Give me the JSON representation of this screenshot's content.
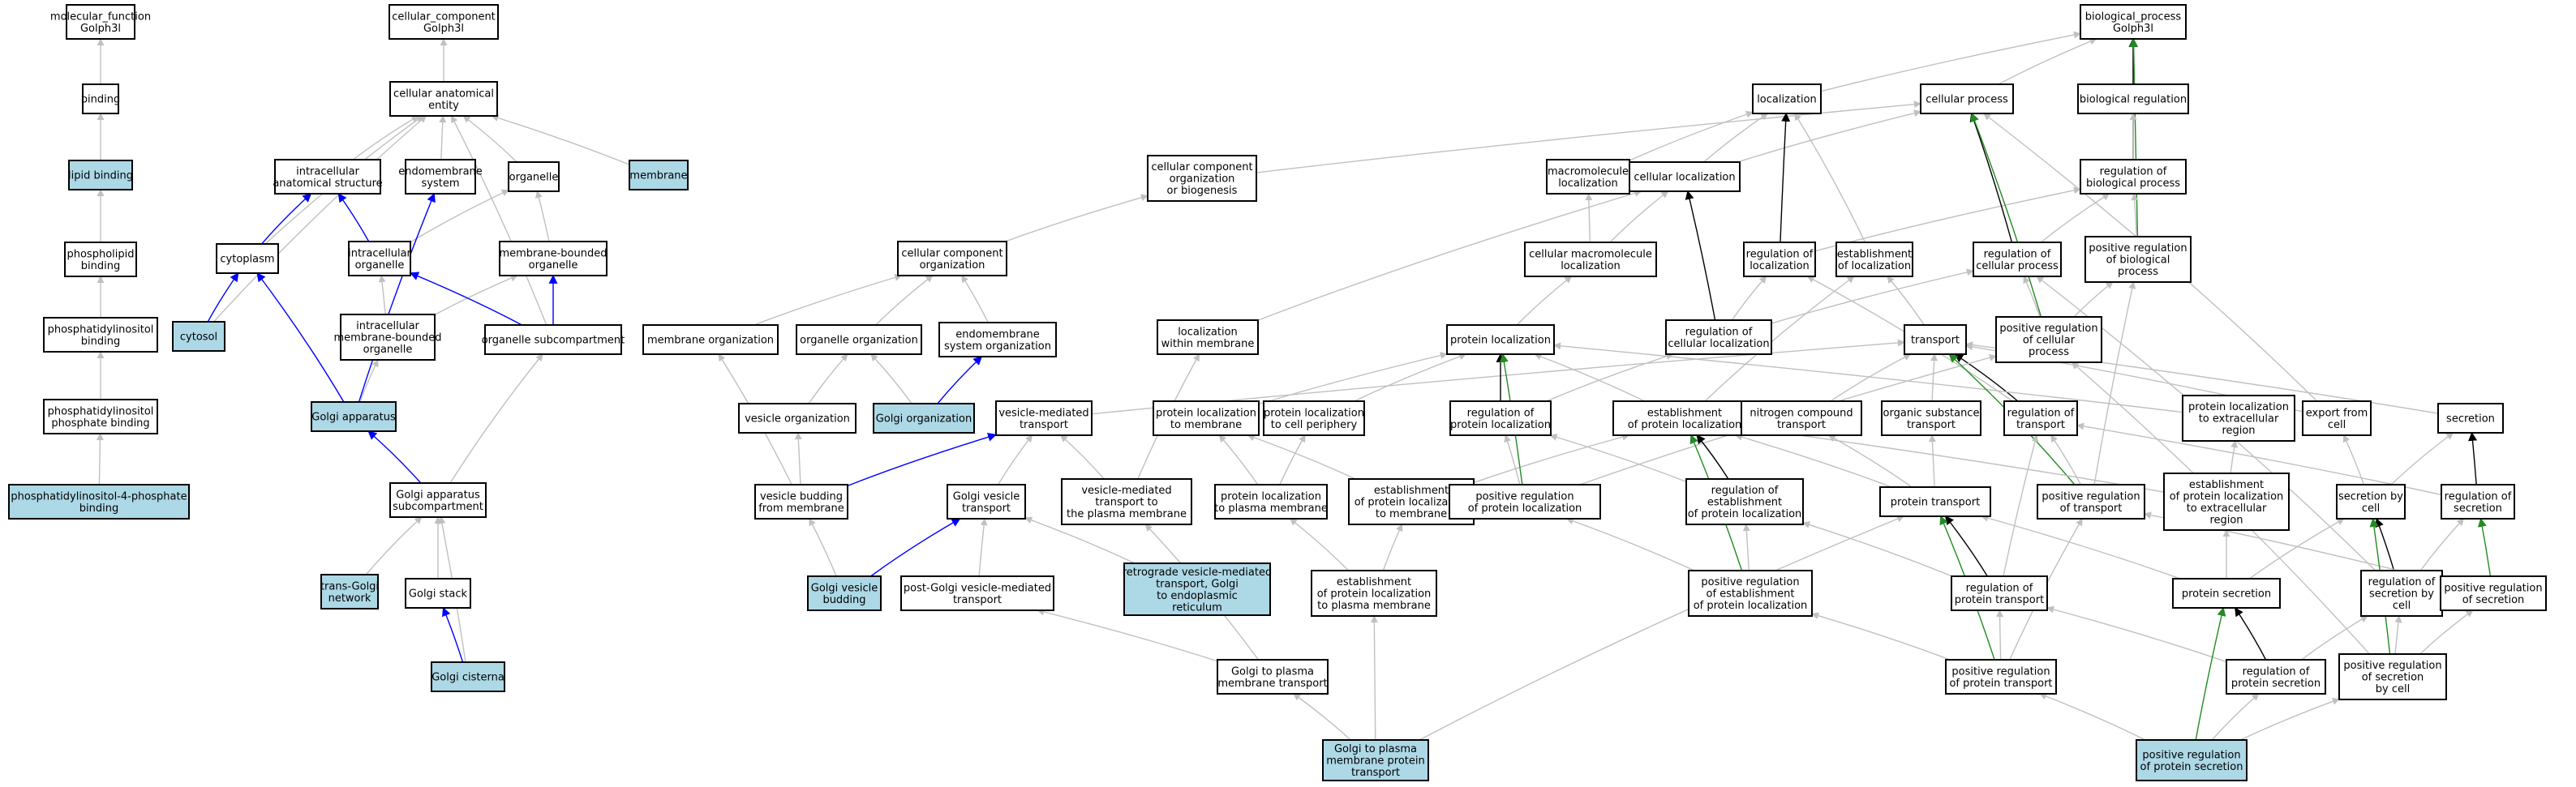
{
  "colors": {
    "default_fill": "#ffffff",
    "highlight_fill": "#add8e6",
    "edge_gray": "#c0c0c0",
    "edge_black": "#000000",
    "edge_blue": "#0000ff",
    "edge_green": "#228b22"
  },
  "nodes": [
    {
      "id": "mf",
      "lines": [
        "molecular_function",
        "Golph3l"
      ]
    },
    {
      "id": "binding",
      "lines": [
        "binding"
      ]
    },
    {
      "id": "lipid",
      "lines": [
        "lipid binding"
      ],
      "hl": true
    },
    {
      "id": "phosbind",
      "lines": [
        "phospholipid",
        "binding"
      ]
    },
    {
      "id": "pibind",
      "lines": [
        "phosphatidylinositol",
        "binding"
      ]
    },
    {
      "id": "pipbind",
      "lines": [
        "phosphatidylinositol",
        "phosphate binding"
      ]
    },
    {
      "id": "pi4p",
      "lines": [
        "phosphatidylinositol-4-phosphate",
        "binding"
      ],
      "hl": true
    },
    {
      "id": "cc",
      "lines": [
        "cellular_component",
        "Golph3l"
      ]
    },
    {
      "id": "cae",
      "lines": [
        "cellular anatomical",
        "entity"
      ]
    },
    {
      "id": "ias",
      "lines": [
        "intracellular",
        "anatomical structure"
      ]
    },
    {
      "id": "endosys",
      "lines": [
        "endomembrane",
        "system"
      ]
    },
    {
      "id": "organelle",
      "lines": [
        "organelle"
      ]
    },
    {
      "id": "membrane",
      "lines": [
        "membrane"
      ],
      "hl": true
    },
    {
      "id": "cytoplasm",
      "lines": [
        "cytoplasm"
      ]
    },
    {
      "id": "icorg",
      "lines": [
        "intracellular",
        "organelle"
      ]
    },
    {
      "id": "mborg",
      "lines": [
        "membrane-bounded",
        "organelle"
      ]
    },
    {
      "id": "cytosol",
      "lines": [
        "cytosol"
      ],
      "hl": true
    },
    {
      "id": "imbo",
      "lines": [
        "intracellular",
        "membrane-bounded",
        "organelle"
      ]
    },
    {
      "id": "orgsub",
      "lines": [
        "organelle subcompartment"
      ]
    },
    {
      "id": "golgi",
      "lines": [
        "Golgi apparatus"
      ],
      "hl": true
    },
    {
      "id": "gasub",
      "lines": [
        "Golgi apparatus",
        "subcompartment"
      ]
    },
    {
      "id": "tgn",
      "lines": [
        "trans-Golgi",
        "network"
      ],
      "hl": true
    },
    {
      "id": "gstack",
      "lines": [
        "Golgi stack"
      ]
    },
    {
      "id": "gcist",
      "lines": [
        "Golgi cisterna"
      ],
      "hl": true
    },
    {
      "id": "ccob",
      "lines": [
        "cellular component",
        "organization",
        "or biogenesis"
      ]
    },
    {
      "id": "cco",
      "lines": [
        "cellular component",
        "organization"
      ]
    },
    {
      "id": "memorg",
      "lines": [
        "membrane organization"
      ]
    },
    {
      "id": "orgorg",
      "lines": [
        "organelle organization"
      ]
    },
    {
      "id": "endoorg",
      "lines": [
        "endomembrane",
        "system organization"
      ]
    },
    {
      "id": "vesorg",
      "lines": [
        "vesicle organization"
      ]
    },
    {
      "id": "golgiorg",
      "lines": [
        "Golgi organization"
      ],
      "hl": true
    },
    {
      "id": "vbud",
      "lines": [
        "vesicle budding",
        "from membrane"
      ]
    },
    {
      "id": "gvbud",
      "lines": [
        "Golgi vesicle",
        "budding"
      ],
      "hl": true
    },
    {
      "id": "vmt",
      "lines": [
        "vesicle-mediated",
        "transport"
      ]
    },
    {
      "id": "gvt",
      "lines": [
        "Golgi vesicle",
        "transport"
      ]
    },
    {
      "id": "pgvt",
      "lines": [
        "post-Golgi vesicle-mediated",
        "transport"
      ]
    },
    {
      "id": "retro",
      "lines": [
        "retrograde vesicle-mediated",
        "transport, Golgi",
        "to endoplasmic",
        "reticulum"
      ],
      "hl": true
    },
    {
      "id": "vmtpm",
      "lines": [
        "vesicle-mediated",
        "transport to",
        "the plasma membrane"
      ]
    },
    {
      "id": "locmem",
      "lines": [
        "localization",
        "within membrane"
      ]
    },
    {
      "id": "plmem",
      "lines": [
        "protein localization",
        "to membrane"
      ]
    },
    {
      "id": "plcp",
      "lines": [
        "protein localization",
        "to cell periphery"
      ]
    },
    {
      "id": "plpm",
      "lines": [
        "protein localization",
        "to plasma membrane"
      ]
    },
    {
      "id": "eplm",
      "lines": [
        "establishment",
        "of protein localization",
        "to membrane"
      ]
    },
    {
      "id": "eplpm",
      "lines": [
        "establishment",
        "of protein localization",
        "to plasma membrane"
      ]
    },
    {
      "id": "gpmt",
      "lines": [
        "Golgi to plasma",
        "membrane transport"
      ]
    },
    {
      "id": "gpmpt",
      "lines": [
        "Golgi to plasma",
        "membrane protein",
        "transport"
      ],
      "hl": true
    },
    {
      "id": "bp",
      "lines": [
        "biological_process",
        "Golph3l"
      ]
    },
    {
      "id": "loc",
      "lines": [
        "localization"
      ]
    },
    {
      "id": "cp",
      "lines": [
        "cellular process"
      ]
    },
    {
      "id": "breg",
      "lines": [
        "biological regulation"
      ]
    },
    {
      "id": "macloc",
      "lines": [
        "macromolecule",
        "localization"
      ]
    },
    {
      "id": "cloc",
      "lines": [
        "cellular localization"
      ]
    },
    {
      "id": "rbp",
      "lines": [
        "regulation of",
        "biological process"
      ]
    },
    {
      "id": "cmloc",
      "lines": [
        "cellular macromolecule",
        "localization"
      ]
    },
    {
      "id": "rloc",
      "lines": [
        "regulation of",
        "localization"
      ]
    },
    {
      "id": "eloc",
      "lines": [
        "establishment",
        "of localization"
      ]
    },
    {
      "id": "rcp",
      "lines": [
        "regulation of",
        "cellular process"
      ]
    },
    {
      "id": "prbp",
      "lines": [
        "positive regulation",
        "of biological",
        "process"
      ]
    },
    {
      "id": "ploc",
      "lines": [
        "protein localization"
      ]
    },
    {
      "id": "rcloc",
      "lines": [
        "regulation of",
        "cellular localization"
      ]
    },
    {
      "id": "transport",
      "lines": [
        "transport"
      ]
    },
    {
      "id": "prcp",
      "lines": [
        "positive regulation",
        "of cellular",
        "process"
      ]
    },
    {
      "id": "rploc",
      "lines": [
        "regulation of",
        "protein localization"
      ]
    },
    {
      "id": "eploc",
      "lines": [
        "establishment",
        "of protein localization"
      ]
    },
    {
      "id": "nct",
      "lines": [
        "nitrogen compound",
        "transport"
      ]
    },
    {
      "id": "ost",
      "lines": [
        "organic substance",
        "transport"
      ]
    },
    {
      "id": "rtrans",
      "lines": [
        "regulation of",
        "transport"
      ]
    },
    {
      "id": "plext",
      "lines": [
        "protein localization",
        "to extracellular",
        "region"
      ]
    },
    {
      "id": "expcell",
      "lines": [
        "export from",
        "cell"
      ]
    },
    {
      "id": "secretion",
      "lines": [
        "secretion"
      ]
    },
    {
      "id": "prploc",
      "lines": [
        "positive regulation",
        "of protein localization"
      ]
    },
    {
      "id": "reploc",
      "lines": [
        "regulation of",
        "establishment",
        "of protein localization"
      ]
    },
    {
      "id": "ptrans",
      "lines": [
        "protein transport"
      ]
    },
    {
      "id": "prtrans",
      "lines": [
        "positive regulation",
        "of transport"
      ]
    },
    {
      "id": "eplext",
      "lines": [
        "establishment",
        "of protein localization",
        "to extracellular",
        "region"
      ]
    },
    {
      "id": "secbycell",
      "lines": [
        "secretion by",
        "cell"
      ]
    },
    {
      "id": "rsec",
      "lines": [
        "regulation of",
        "secretion"
      ]
    },
    {
      "id": "preploc",
      "lines": [
        "positive regulation",
        "of establishment",
        "of protein localization"
      ]
    },
    {
      "id": "rptrans",
      "lines": [
        "regulation of",
        "protein transport"
      ]
    },
    {
      "id": "psec",
      "lines": [
        "protein secretion"
      ]
    },
    {
      "id": "rsecbc",
      "lines": [
        "regulation of",
        "secretion by",
        "cell"
      ]
    },
    {
      "id": "prsec",
      "lines": [
        "positive regulation",
        "of secretion"
      ]
    },
    {
      "id": "prptrans",
      "lines": [
        "positive regulation",
        "of protein transport"
      ]
    },
    {
      "id": "rpsec",
      "lines": [
        "regulation of",
        "protein secretion"
      ]
    },
    {
      "id": "prsecbc",
      "lines": [
        "positive regulation",
        "of secretion",
        "by cell"
      ]
    },
    {
      "id": "prpsec",
      "lines": [
        "positive regulation",
        "of protein secretion"
      ],
      "hl": true
    }
  ],
  "edges": [
    [
      "binding",
      "mf",
      "g"
    ],
    [
      "lipid",
      "binding",
      "g"
    ],
    [
      "phosbind",
      "lipid",
      "g"
    ],
    [
      "pibind",
      "phosbind",
      "g"
    ],
    [
      "pipbind",
      "pibind",
      "g"
    ],
    [
      "pi4p",
      "pipbind",
      "g"
    ],
    [
      "cae",
      "cc",
      "g"
    ],
    [
      "ias",
      "cae",
      "g"
    ],
    [
      "endosys",
      "cae",
      "g"
    ],
    [
      "organelle",
      "cae",
      "g"
    ],
    [
      "membrane",
      "cae",
      "g"
    ],
    [
      "cytoplasm",
      "cae",
      "g"
    ],
    [
      "cytosol",
      "cae",
      "g"
    ],
    [
      "orgsub",
      "cae",
      "g"
    ],
    [
      "cytoplasm",
      "ias",
      "b"
    ],
    [
      "icorg",
      "ias",
      "b"
    ],
    [
      "icorg",
      "organelle",
      "g"
    ],
    [
      "mborg",
      "organelle",
      "g"
    ],
    [
      "cytosol",
      "cytoplasm",
      "b"
    ],
    [
      "imbo",
      "icorg",
      "g"
    ],
    [
      "imbo",
      "mborg",
      "g"
    ],
    [
      "orgsub",
      "icorg",
      "b"
    ],
    [
      "orgsub",
      "mborg",
      "b"
    ],
    [
      "golgi",
      "cytoplasm",
      "b"
    ],
    [
      "golgi",
      "endosys",
      "b"
    ],
    [
      "golgi",
      "imbo",
      "g"
    ],
    [
      "gasub",
      "orgsub",
      "g"
    ],
    [
      "gasub",
      "golgi",
      "b"
    ],
    [
      "tgn",
      "gasub",
      "g"
    ],
    [
      "gstack",
      "gasub",
      "g"
    ],
    [
      "gcist",
      "gasub",
      "g"
    ],
    [
      "gcist",
      "gstack",
      "b"
    ],
    [
      "ccob",
      "cp",
      "g"
    ],
    [
      "cco",
      "ccob",
      "g"
    ],
    [
      "memorg",
      "cco",
      "g"
    ],
    [
      "orgorg",
      "cco",
      "g"
    ],
    [
      "endoorg",
      "cco",
      "g"
    ],
    [
      "vesorg",
      "orgorg",
      "g"
    ],
    [
      "golgiorg",
      "orgorg",
      "g"
    ],
    [
      "golgiorg",
      "endoorg",
      "b"
    ],
    [
      "vbud",
      "memorg",
      "g"
    ],
    [
      "vbud",
      "vesorg",
      "g"
    ],
    [
      "vbud",
      "vmt",
      "b"
    ],
    [
      "gvbud",
      "vbud",
      "g"
    ],
    [
      "gvbud",
      "gvt",
      "b"
    ],
    [
      "vmt",
      "transport",
      "g"
    ],
    [
      "gvt",
      "vmt",
      "g"
    ],
    [
      "pgvt",
      "gvt",
      "g"
    ],
    [
      "retro",
      "gvt",
      "g"
    ],
    [
      "vmtpm",
      "vmt",
      "g"
    ],
    [
      "vmtpm",
      "locmem",
      "g"
    ],
    [
      "locmem",
      "cloc",
      "g"
    ],
    [
      "plmem",
      "ploc",
      "g"
    ],
    [
      "plcp",
      "ploc",
      "g"
    ],
    [
      "plpm",
      "plmem",
      "g"
    ],
    [
      "plpm",
      "plcp",
      "g"
    ],
    [
      "eplm",
      "plmem",
      "g"
    ],
    [
      "eplm",
      "eploc",
      "g"
    ],
    [
      "eplpm",
      "eplm",
      "g"
    ],
    [
      "eplpm",
      "plpm",
      "g"
    ],
    [
      "gpmt",
      "pgvt",
      "g"
    ],
    [
      "gpmt",
      "vmtpm",
      "g"
    ],
    [
      "gpmpt",
      "gpmt",
      "g"
    ],
    [
      "gpmpt",
      "eplpm",
      "g"
    ],
    [
      "gpmpt",
      "ptrans",
      "g"
    ],
    [
      "loc",
      "bp",
      "g"
    ],
    [
      "cp",
      "bp",
      "g"
    ],
    [
      "breg",
      "bp",
      "g"
    ],
    [
      "rbp",
      "bp",
      "k"
    ],
    [
      "prbp",
      "bp",
      "gr"
    ],
    [
      "macloc",
      "loc",
      "g"
    ],
    [
      "cloc",
      "loc",
      "g"
    ],
    [
      "cloc",
      "cp",
      "g"
    ],
    [
      "rbp",
      "breg",
      "g"
    ],
    [
      "cmloc",
      "macloc",
      "g"
    ],
    [
      "cmloc",
      "cloc",
      "g"
    ],
    [
      "rloc",
      "loc",
      "k"
    ],
    [
      "rloc",
      "rbp",
      "g"
    ],
    [
      "eloc",
      "loc",
      "g"
    ],
    [
      "rcp",
      "cp",
      "k"
    ],
    [
      "rcp",
      "rbp",
      "g"
    ],
    [
      "prbp",
      "rbp",
      "g"
    ],
    [
      "ploc",
      "cmloc",
      "g"
    ],
    [
      "rcloc",
      "cloc",
      "k"
    ],
    [
      "rcloc",
      "rloc",
      "g"
    ],
    [
      "rcloc",
      "rcp",
      "g"
    ],
    [
      "transport",
      "eloc",
      "g"
    ],
    [
      "prcp",
      "cp",
      "gr"
    ],
    [
      "prcp",
      "rcp",
      "g"
    ],
    [
      "prcp",
      "prbp",
      "g"
    ],
    [
      "rploc",
      "ploc",
      "k"
    ],
    [
      "rploc",
      "rcloc",
      "g"
    ],
    [
      "eploc",
      "ploc",
      "g"
    ],
    [
      "eploc",
      "eloc",
      "g"
    ],
    [
      "nct",
      "transport",
      "g"
    ],
    [
      "ost",
      "transport",
      "g"
    ],
    [
      "rtrans",
      "transport",
      "k"
    ],
    [
      "rtrans",
      "rloc",
      "g"
    ],
    [
      "plext",
      "ploc",
      "g"
    ],
    [
      "expcell",
      "transport",
      "g"
    ],
    [
      "expcell",
      "cp",
      "g"
    ],
    [
      "secretion",
      "transport",
      "g"
    ],
    [
      "prploc",
      "ploc",
      "gr"
    ],
    [
      "prploc",
      "rploc",
      "g"
    ],
    [
      "prploc",
      "prcp",
      "g"
    ],
    [
      "reploc",
      "eploc",
      "k"
    ],
    [
      "reploc",
      "rploc",
      "g"
    ],
    [
      "ptrans",
      "nct",
      "g"
    ],
    [
      "ptrans",
      "ost",
      "g"
    ],
    [
      "ptrans",
      "eploc",
      "g"
    ],
    [
      "prtrans",
      "transport",
      "gr"
    ],
    [
      "prtrans",
      "rtrans",
      "g"
    ],
    [
      "prtrans",
      "prbp",
      "g"
    ],
    [
      "eplext",
      "plext",
      "g"
    ],
    [
      "eplext",
      "eploc",
      "g"
    ],
    [
      "secbycell",
      "secretion",
      "g"
    ],
    [
      "secbycell",
      "expcell",
      "g"
    ],
    [
      "rsec",
      "secretion",
      "k"
    ],
    [
      "rsec",
      "rtrans",
      "g"
    ],
    [
      "preploc",
      "eploc",
      "gr"
    ],
    [
      "preploc",
      "reploc",
      "g"
    ],
    [
      "preploc",
      "prploc",
      "g"
    ],
    [
      "rptrans",
      "ptrans",
      "k"
    ],
    [
      "rptrans",
      "rtrans",
      "g"
    ],
    [
      "rptrans",
      "reploc",
      "g"
    ],
    [
      "psec",
      "eplext",
      "g"
    ],
    [
      "psec",
      "ptrans",
      "g"
    ],
    [
      "psec",
      "secbycell",
      "g"
    ],
    [
      "rsecbc",
      "secbycell",
      "k"
    ],
    [
      "rsecbc",
      "rsec",
      "g"
    ],
    [
      "rsecbc",
      "rcp",
      "g"
    ],
    [
      "prsec",
      "rsec",
      "gr"
    ],
    [
      "prsec",
      "prtrans",
      "g"
    ],
    [
      "prptrans",
      "ptrans",
      "gr"
    ],
    [
      "prptrans",
      "rptrans",
      "g"
    ],
    [
      "prptrans",
      "prtrans",
      "g"
    ],
    [
      "prptrans",
      "preploc",
      "g"
    ],
    [
      "rpsec",
      "psec",
      "k"
    ],
    [
      "rpsec",
      "rptrans",
      "g"
    ],
    [
      "rpsec",
      "rsecbc",
      "g"
    ],
    [
      "prsecbc",
      "secbycell",
      "gr"
    ],
    [
      "prsecbc",
      "rsecbc",
      "g"
    ],
    [
      "prsecbc",
      "prsec",
      "g"
    ],
    [
      "prsecbc",
      "prcp",
      "g"
    ],
    [
      "prpsec",
      "psec",
      "gr"
    ],
    [
      "prpsec",
      "rpsec",
      "g"
    ],
    [
      "prpsec",
      "prptrans",
      "g"
    ],
    [
      "prpsec",
      "prsecbc",
      "g"
    ]
  ]
}
